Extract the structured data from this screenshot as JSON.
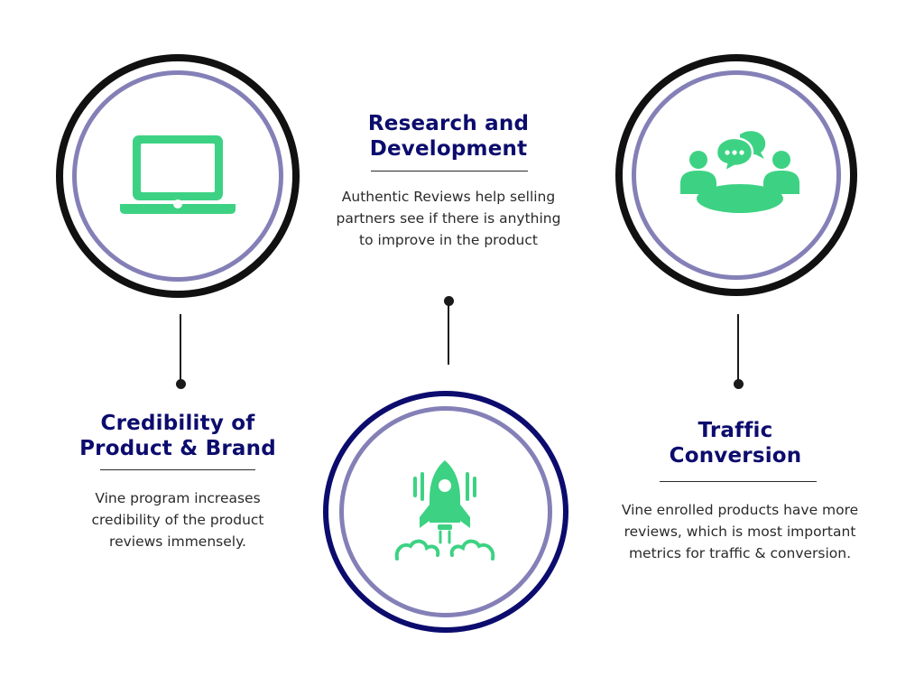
{
  "colors": {
    "icon_green": "#3dd283",
    "ring_purple": "#8480b7",
    "ring_black": "#111111",
    "ring_navy": "#0c0c6e",
    "heading_navy": "#0c0c6e",
    "body_text": "#2a2a2a"
  },
  "nodes": [
    {
      "id": "credibility",
      "icon": "laptop-icon",
      "heading_lines": [
        "Credibility of",
        "Product & Brand"
      ],
      "description_lines": [
        "Vine program increases",
        "credibility of the product",
        "reviews immensely."
      ]
    },
    {
      "id": "research",
      "icon": "rocket-launch-icon",
      "heading_lines": [
        "Research and",
        "Development"
      ],
      "description_lines": [
        "Authentic Reviews help selling",
        "partners see if there is anything",
        "to improve in the product"
      ]
    },
    {
      "id": "traffic",
      "icon": "meeting-chat-icon",
      "heading_lines": [
        "Traffic",
        "Conversion"
      ],
      "description_lines": [
        "Vine enrolled products have more",
        "reviews, which is most important",
        "metrics for traffic & conversion."
      ]
    }
  ]
}
